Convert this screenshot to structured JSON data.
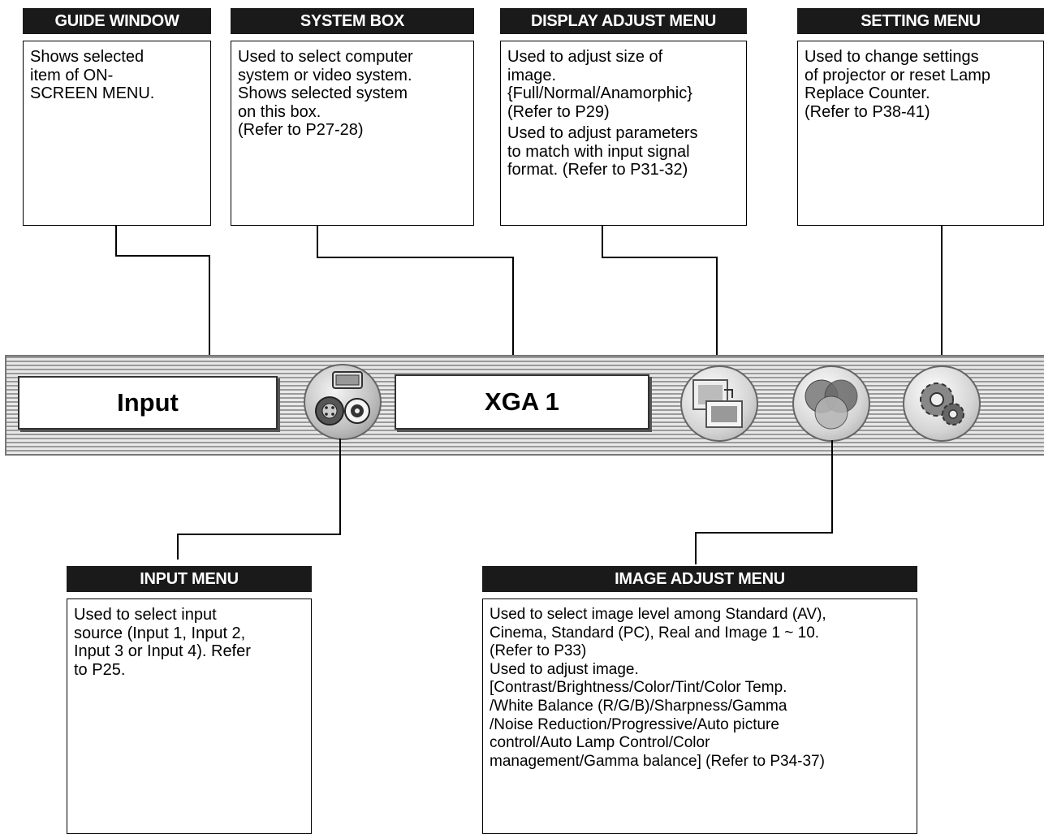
{
  "guide_window": {
    "title": "GUIDE WINDOW",
    "text": "Shows selected\nitem of ON-\nSCREEN MENU."
  },
  "system_box": {
    "title": "SYSTEM BOX",
    "text": "Used to select computer\nsystem or video system.\nShows selected system\non this box.\n(Refer to P27-28)"
  },
  "display_adjust_menu": {
    "title": "DISPLAY ADJUST MENU",
    "text1": "Used to adjust size of\nimage.\n{Full/Normal/Anamorphic}\n(Refer to P29)",
    "text2": "Used to adjust parameters\nto match with input signal\nformat. (Refer to P31-32)"
  },
  "setting_menu": {
    "title": "SETTING MENU",
    "text": "Used to change settings\nof projector or reset Lamp\nReplace Counter.\n(Refer to P38-41)"
  },
  "input_menu": {
    "title": "INPUT MENU",
    "text": "Used to select input\nsource (Input 1, Input 2,\nInput 3 or Input 4). Refer\nto P25."
  },
  "image_adjust_menu": {
    "title": "IMAGE ADJUST MENU",
    "text": "Used to select image level among Standard (AV),\nCinema, Standard (PC), Real and Image 1 ~ 10.\n(Refer to P33)\nUsed to adjust image.\n[Contrast/Brightness/Color/Tint/Color Temp.\n/White Balance (R/G/B)/Sharpness/Gamma\n/Noise Reduction/Progressive/Auto picture\ncontrol/Auto Lamp Control/Color\nmanagement/Gamma balance] (Refer to P34-37)"
  },
  "menu_bar": {
    "guide_value": "Input",
    "system_value": "XGA 1",
    "icons": [
      "input-icon",
      "display-adjust-icon",
      "image-adjust-icon",
      "setting-icon"
    ]
  }
}
